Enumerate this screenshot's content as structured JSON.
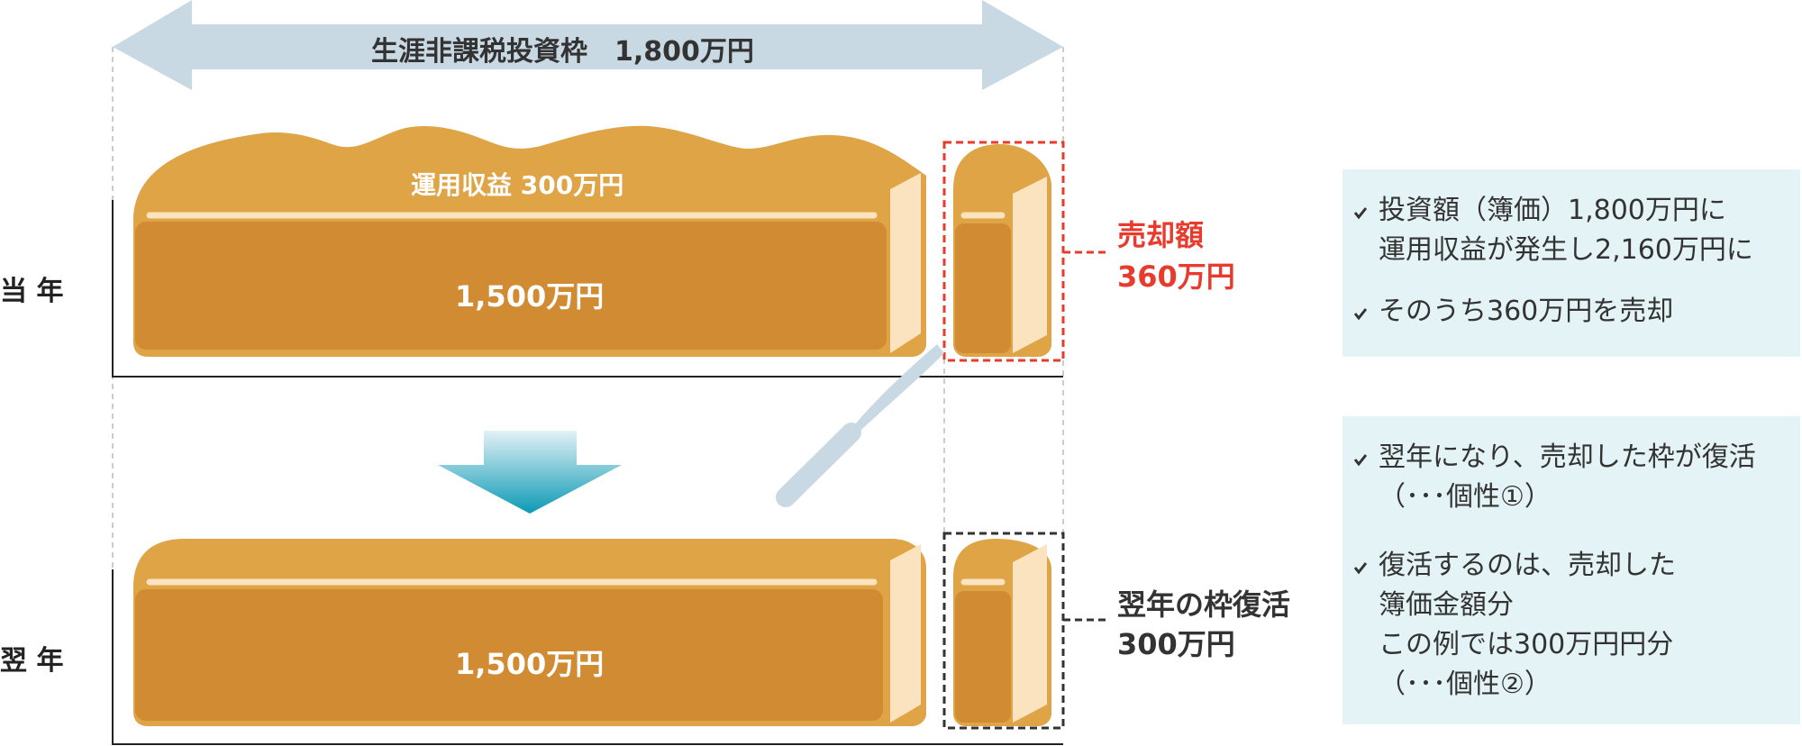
{
  "colors": {
    "arrow_band": "#c9d9e3",
    "bread_crust": "#dea446",
    "bread_inner": "#d08b33",
    "bread_highlight": "#fbe3bf",
    "cut_frame_red": "#e83b2e",
    "cut_frame_dark": "#333333",
    "down_arrow_top": "#e3f1f6",
    "down_arrow_bottom": "#0b9ab5",
    "knife": "#c9d9e3",
    "panel_bg": "#e4f3f5"
  },
  "header": {
    "label": "生涯非課税投資枠　1,800万円"
  },
  "rows": {
    "current_year": "当 年",
    "next_year": "翌 年"
  },
  "current": {
    "profit_label": "運用収益 300万円",
    "principal_label": "1,500万円",
    "sale_label": "売却額",
    "sale_value": "360万円"
  },
  "next": {
    "principal_label": "1,500万円",
    "revival_label": "翌年の枠復活",
    "revival_value": "300万円"
  },
  "notes": {
    "box1": [
      "投資額（簿価）1,800万円に\n運用収益が発生し2,160万円に",
      "そのうち360万円を売却"
    ],
    "box2": [
      "翌年になり、売却した枠が復活\n（･･･個性①）",
      "復活するのは、売却した\n簿価金額分\nこの例では300万円円分\n（･･･個性②）"
    ]
  }
}
